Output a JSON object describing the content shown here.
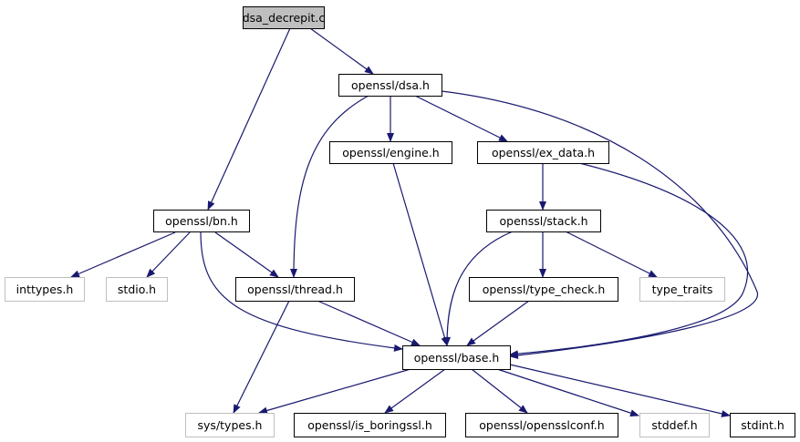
{
  "graph": {
    "edge_color": "#191970",
    "nodes": {
      "dsa_decrepit": "dsa_decrepit.c",
      "dsa": "openssl/dsa.h",
      "engine": "openssl/engine.h",
      "ex_data": "openssl/ex_data.h",
      "bn": "openssl/bn.h",
      "stack": "openssl/stack.h",
      "inttypes": "inttypes.h",
      "stdio": "stdio.h",
      "thread": "openssl/thread.h",
      "type_check": "openssl/type_check.h",
      "type_traits": "type_traits",
      "base": "openssl/base.h",
      "sys_types": "sys/types.h",
      "is_boringssl": "openssl/is_boringssl.h",
      "opensslconf": "openssl/opensslconf.h",
      "stddef": "stddef.h",
      "stdint": "stdint.h"
    },
    "edges": [
      [
        "dsa_decrepit",
        "dsa"
      ],
      [
        "dsa_decrepit",
        "bn"
      ],
      [
        "dsa",
        "engine"
      ],
      [
        "dsa",
        "ex_data"
      ],
      [
        "dsa",
        "thread"
      ],
      [
        "dsa",
        "base"
      ],
      [
        "engine",
        "base"
      ],
      [
        "ex_data",
        "stack"
      ],
      [
        "ex_data",
        "base"
      ],
      [
        "bn",
        "inttypes"
      ],
      [
        "bn",
        "stdio"
      ],
      [
        "bn",
        "thread"
      ],
      [
        "bn",
        "base"
      ],
      [
        "stack",
        "type_check"
      ],
      [
        "stack",
        "type_traits"
      ],
      [
        "stack",
        "base"
      ],
      [
        "thread",
        "sys_types"
      ],
      [
        "thread",
        "base"
      ],
      [
        "type_check",
        "base"
      ],
      [
        "base",
        "sys_types"
      ],
      [
        "base",
        "is_boringssl"
      ],
      [
        "base",
        "opensslconf"
      ],
      [
        "base",
        "stddef"
      ],
      [
        "base",
        "stdint"
      ]
    ]
  }
}
